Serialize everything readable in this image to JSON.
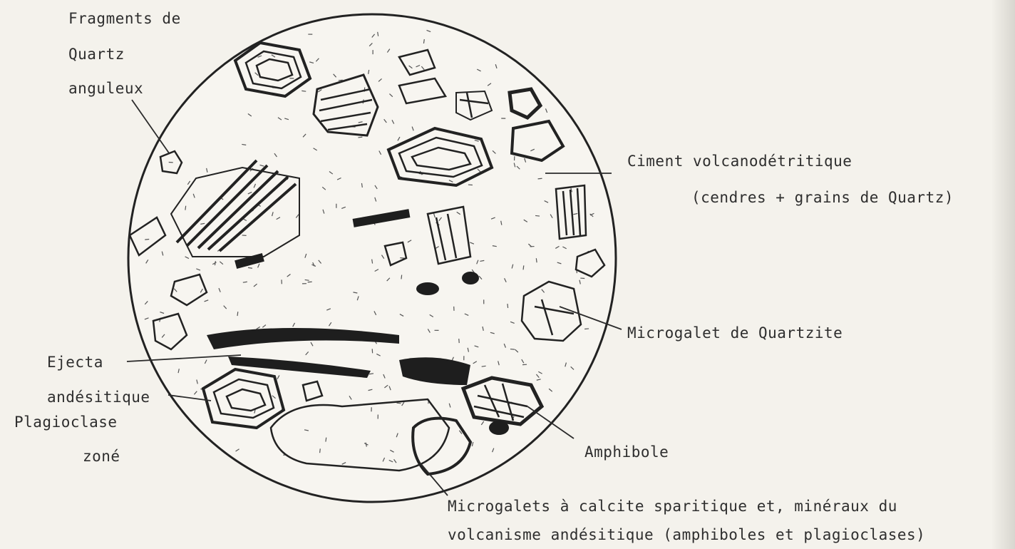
{
  "labels": {
    "quartz_fragments": [
      "Fragments de",
      "Quartz",
      "anguleux"
    ],
    "cement": "Ciment volcanodétritique",
    "cement_detail": "(cendres + grains de Quartz)",
    "quartzite": "Microgalet de Quartzite",
    "ejecta": [
      "Ejecta",
      "andésitique"
    ],
    "plagioclase": [
      "Plagioclase",
      "zoné"
    ],
    "amphibole": "Amphibole",
    "microgalets": [
      "Microgalets à calcite sparitique et, minéraux du",
      "volcanisme andésitique (amphiboles et plagioclases)"
    ]
  },
  "colors": {
    "ink": "#2b2b2b",
    "paper": "#f4f2ec"
  }
}
